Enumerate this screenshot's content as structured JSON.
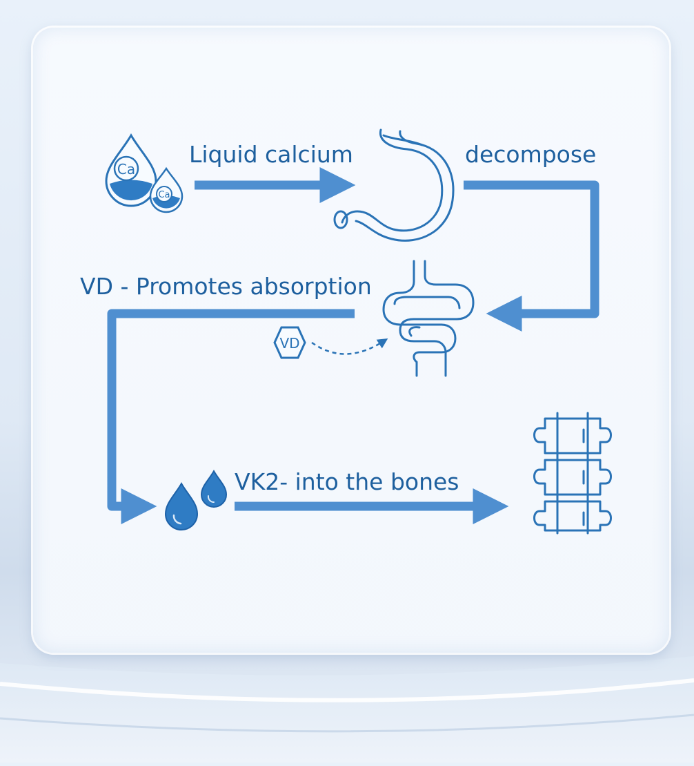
{
  "labels": {
    "liquid_calcium": "Liquid calcium",
    "decompose": "decompose",
    "vd_absorption": "VD - Promotes absorption",
    "vk2_bones": "VK2- into the bones"
  },
  "icons": {
    "drop_large_text": "Ca",
    "drop_small_text": "Ca",
    "vd_badge_text": "VD"
  },
  "colors": {
    "arrow": "#4f8fd0",
    "icon_stroke": "#2a73b6",
    "drop_fill": "#2f7cc4",
    "text": "#1d5f9e"
  }
}
